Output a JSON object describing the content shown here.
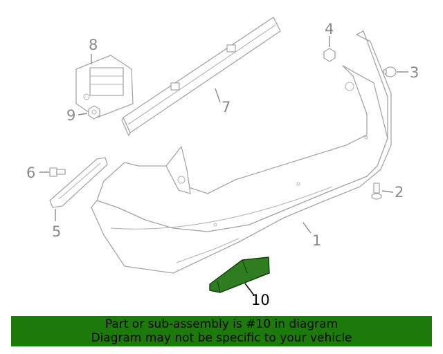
{
  "callouts": {
    "c1": "1",
    "c2": "2",
    "c3": "3",
    "c4": "4",
    "c5": "5",
    "c6": "6",
    "c7": "7",
    "c8": "8",
    "c9": "9",
    "c10": "10"
  },
  "highlight_part": "10",
  "colors": {
    "banner_bg": "#1b7a0a",
    "highlight_fill": "#2f7d21",
    "line": "#a6a6a6"
  },
  "banner": {
    "line1": "Part or sub-assembly is #10 in diagram",
    "line2": "Diagram may not be specific to your vehicle"
  }
}
